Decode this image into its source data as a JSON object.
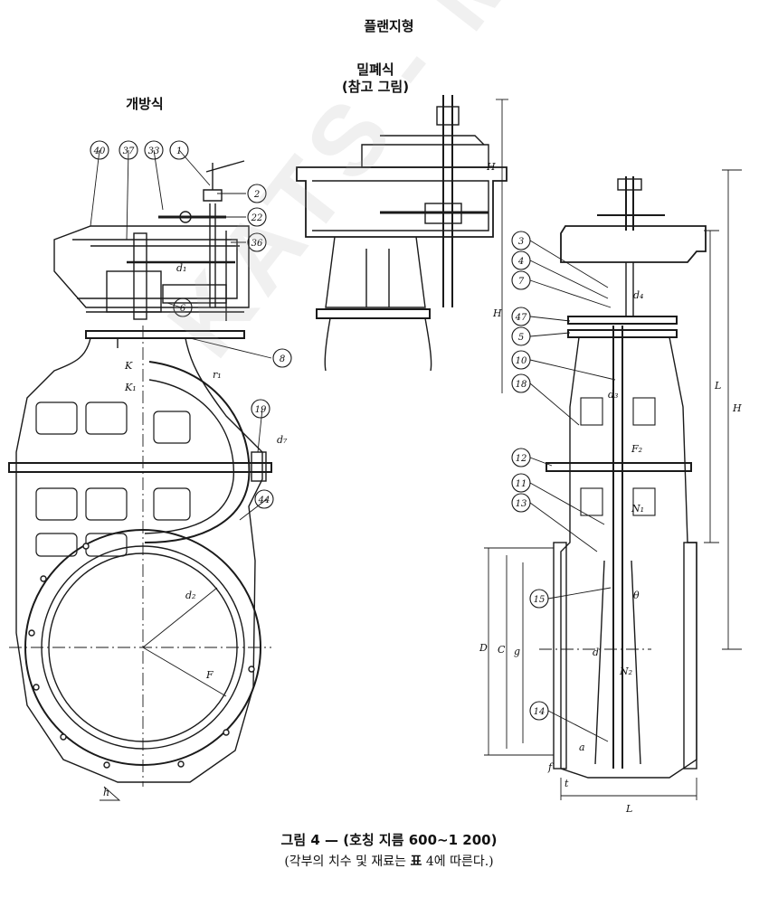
{
  "titles": {
    "main": "플랜지형",
    "closed": "밀폐식",
    "reference": "(참고 그림)",
    "open": "개방식"
  },
  "caption": "그림 4 — (호칭 지름 600∼1 200)",
  "note": {
    "prefix": "(각부의 치수 및 재료는 ",
    "bold": "표",
    "suffix": " 4에 따른다.)"
  },
  "watermark": "KATS - MOTIE",
  "part_numbers": [
    "40",
    "37",
    "33",
    "1",
    "2",
    "22",
    "36",
    "6",
    "8",
    "19",
    "44",
    "3",
    "4",
    "7",
    "47",
    "5",
    "10",
    "18",
    "12",
    "11",
    "13",
    "15",
    "14"
  ],
  "dimension_labels": [
    "H",
    "H",
    "L",
    "H",
    "D",
    "C",
    "g",
    "d",
    "L",
    "f",
    "t",
    "d₂",
    "F",
    "d₃",
    "d₄",
    "d₁",
    "r₁",
    "F₂",
    "N₁",
    "N₂",
    "θ",
    "h",
    "a",
    "d₇",
    "K₁",
    "K"
  ],
  "colors": {
    "line": "#1a1a1a",
    "watermark": "#aaaaaa"
  }
}
